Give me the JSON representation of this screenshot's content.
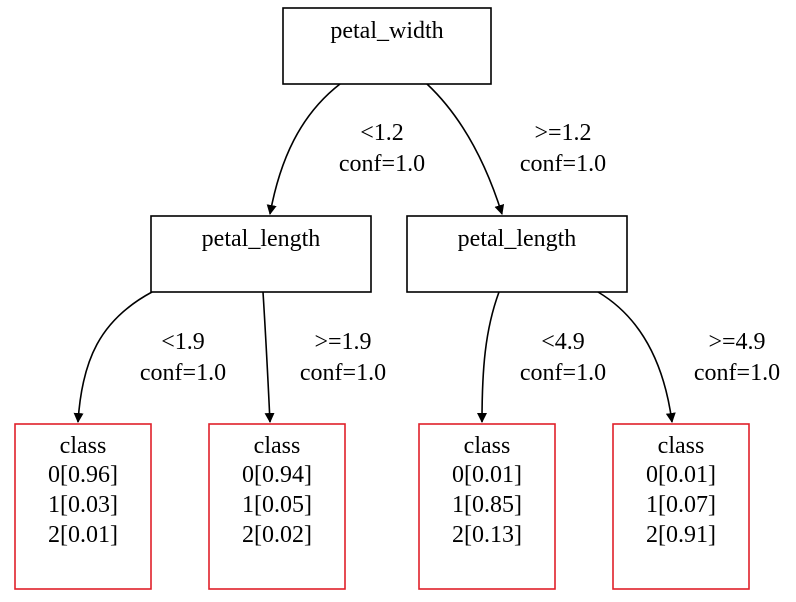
{
  "colors": {
    "split_node_border": "#000000",
    "leaf_node_border": "#e0202a",
    "edge": "#000000",
    "text": "#000000"
  },
  "nodes": {
    "root": {
      "label": "petal_width"
    },
    "left_split": {
      "label": "petal_length"
    },
    "right_split": {
      "label": "petal_length"
    },
    "leaf_1": {
      "lines": [
        "class",
        "0[0.96]",
        "1[0.03]",
        "2[0.01]"
      ]
    },
    "leaf_2": {
      "lines": [
        "class",
        "0[0.94]",
        "1[0.05]",
        "2[0.02]"
      ]
    },
    "leaf_3": {
      "lines": [
        "class",
        "0[0.01]",
        "1[0.85]",
        "2[0.13]"
      ]
    },
    "leaf_4": {
      "lines": [
        "class",
        "0[0.01]",
        "1[0.07]",
        "2[0.91]"
      ]
    }
  },
  "edges": {
    "root_left": {
      "condition": "<1.2",
      "conf": "conf=1.0"
    },
    "root_right": {
      "condition": ">=1.2",
      "conf": "conf=1.0"
    },
    "left_leaf1": {
      "condition": "<1.9",
      "conf": "conf=1.0"
    },
    "left_leaf2": {
      "condition": ">=1.9",
      "conf": "conf=1.0"
    },
    "right_leaf3": {
      "condition": "<4.9",
      "conf": "conf=1.0"
    },
    "right_leaf4": {
      "condition": ">=4.9",
      "conf": "conf=1.0"
    }
  }
}
